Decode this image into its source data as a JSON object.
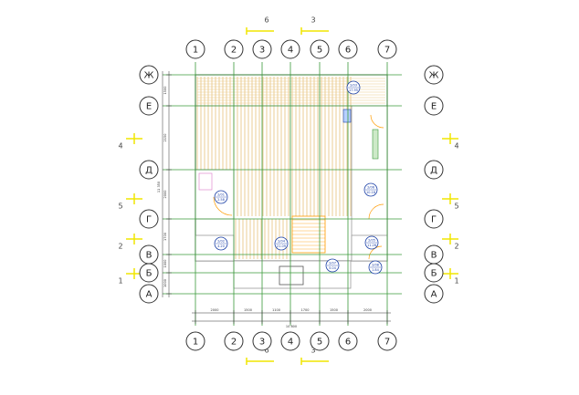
{
  "columns": [
    "1",
    "2",
    "3",
    "4",
    "5",
    "6",
    "7"
  ],
  "rows": [
    "Ж",
    "Е",
    "Д",
    "Г",
    "В",
    "Б",
    "А"
  ],
  "sections": {
    "top": [
      "6",
      "3"
    ],
    "bottom": [
      "6",
      "3"
    ],
    "left": [
      "4",
      "5",
      "2",
      "1"
    ],
    "right": [
      "4",
      "5",
      "2",
      "1"
    ]
  },
  "dims": {
    "bottom_segments": [
      "2000",
      "1500",
      "1100",
      "1700",
      "1500",
      "2000"
    ],
    "bottom_total": "10 800",
    "left_segments": [
      "1500",
      "2150",
      "2000",
      "1700",
      "1000",
      "1000"
    ],
    "left_total": "11 350"
  },
  "rooms": [
    {
      "id": "room-1",
      "num": "2/03",
      "area": "17.95"
    },
    {
      "id": "room-2",
      "num": "2/06",
      "area": "10.18"
    },
    {
      "id": "room-3",
      "num": "2/01",
      "area": "2.58"
    },
    {
      "id": "room-4",
      "num": "2/04",
      "area": "21.09"
    },
    {
      "id": "room-5",
      "num": "2/05",
      "area": "11.26"
    },
    {
      "id": "room-6",
      "num": "2/02",
      "area": "4.20"
    },
    {
      "id": "room-7",
      "num": "2/07",
      "area": "5.04"
    },
    {
      "id": "room-8",
      "num": "2/08",
      "area": "1.84"
    }
  ],
  "colors": {
    "grid": "#3a9a3a",
    "wall": "#7a7a7a",
    "floor": "#e9c98a",
    "section": "#f0e600",
    "room_tag": "#1a3fa6",
    "accent": "#ff9b00"
  }
}
